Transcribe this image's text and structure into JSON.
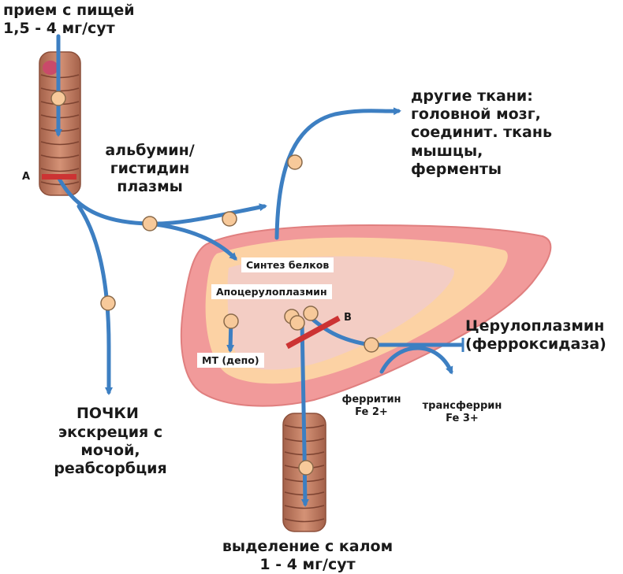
{
  "labels": {
    "intake": "прием с пищей\n1,5 - 4 мг/сут",
    "albumin": "альбумин/\nгистидин\nплазмы",
    "other_tissues": "другие ткани:\nголовной мозг,\nсоединит. ткань\nмышцы,\nферменты",
    "marker_a": "А",
    "marker_b": "В",
    "protein_synthesis": "Синтез белков",
    "apoceruloplasmin": "Апоцерулоплазмин",
    "mt_depot": "МТ\n(депо)",
    "ceruloplasmin": "Церулоплазмин\n(ферроксидаза)",
    "ferritin": "ферритин\nFe 2+",
    "transferrin": "трансферрин\nFe 3+",
    "kidneys_title": "ПОЧКИ",
    "kidneys_detail": "экскреция с\nмочой,\nреабсорбция",
    "fecal_excretion": "выделение с калом\n1 - 4 мг/сут"
  },
  "colors": {
    "arrow": "#3d7fc2",
    "node": "#f7c99a",
    "liver_outer": "#f19a9a",
    "liver_mid": "#fcd2a4",
    "liver_inner": "#f3cdc4",
    "intestine": "#c07a5d",
    "block_bar": "#cc3333"
  }
}
